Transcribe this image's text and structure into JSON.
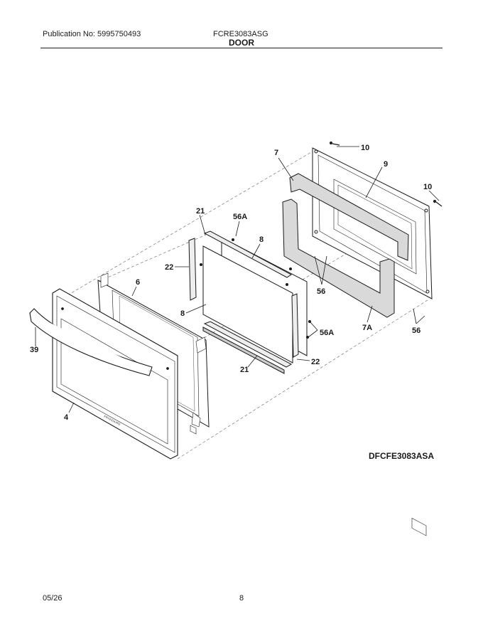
{
  "header": {
    "publication": "Publication No: 5995750493",
    "model": "FCRE3083ASG",
    "section": "DOOR"
  },
  "diagram": {
    "drawing_code": "DFCFE3083ASA",
    "brand_mark": "FRIGIDAIRE",
    "callouts": {
      "c10_top": "10",
      "c9": "9",
      "c7": "7",
      "c10_right": "10",
      "c21_top": "21",
      "c56a_top": "56A",
      "c8_top": "8",
      "c22_left": "22",
      "c6": "6",
      "c56_mid": "56",
      "c8_left": "8",
      "c56a_mid": "56A",
      "c7a": "7A",
      "c56_right": "56",
      "c39": "39",
      "c22_right": "22",
      "c21_bottom": "21",
      "c4": "4"
    }
  },
  "footer": {
    "date": "05/26",
    "page": "8"
  }
}
